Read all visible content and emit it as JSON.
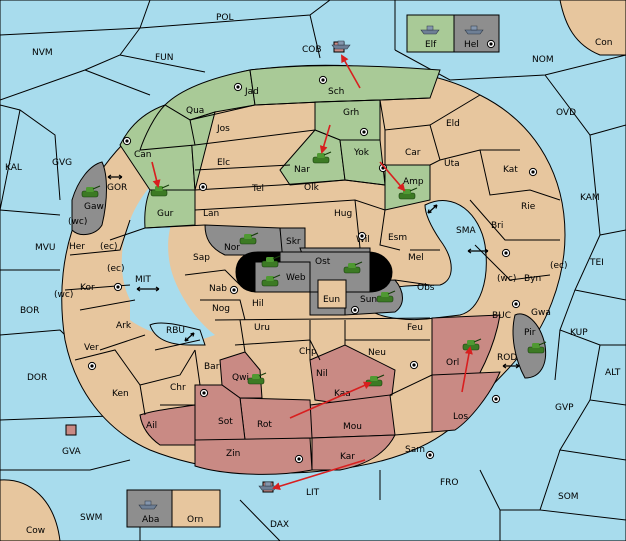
{
  "colors": {
    "sea": "#a8dced",
    "neutral_land": "#e7c69e",
    "green_power": "#a9ca97",
    "red_power": "#c98a84",
    "gray_power": "#8e8e8e",
    "order_arrow": "#d81f1f"
  },
  "sea_labels": {
    "pol": "POL",
    "fun": "FUN",
    "nvm": "NVM",
    "cob": "COB",
    "nom": "NOM",
    "con": "Con",
    "ovd": "OVD",
    "kal": "KAL",
    "gvg": "GVG",
    "kam": "KAM",
    "tei": "TEI",
    "mvu": "MVU",
    "bor": "BOR",
    "dor": "DOR",
    "kup": "KUP",
    "alt": "ALT",
    "gvp": "GVP",
    "gva": "GVA",
    "fro": "FRO",
    "som": "SOM",
    "swm": "SWM",
    "dax": "DAX",
    "lit": "LIT",
    "cow": "Cow",
    "gor": "GOR",
    "mit": "MIT",
    "rbu": "RBU",
    "sma": "SMA",
    "buc": "BUC",
    "rod": "ROD"
  },
  "land_labels": {
    "jad": "Jad",
    "sch": "Sch",
    "qua": "Qua",
    "jos": "Jos",
    "grh": "Grh",
    "eld": "Eld",
    "can": "Can",
    "yok": "Yok",
    "car": "Car",
    "uta": "Uta",
    "nar": "Nar",
    "elc": "Elc",
    "kat": "Kat",
    "amp": "Amp",
    "tel": "Tel",
    "olk": "Olk",
    "gur": "Gur",
    "lan": "Lan",
    "hug": "Hug",
    "rie": "Rie",
    "gaw": "Gaw",
    "bri": "Bri",
    "wil": "Wil",
    "esm": "Esm",
    "nor": "Nor",
    "skr": "Skr",
    "her": "Her",
    "sap": "Sap",
    "ost": "Ost",
    "mel": "Mel",
    "web": "Web",
    "byn": "Byn",
    "kor": "Kor",
    "nab": "Nab",
    "eun": "Eun",
    "obs": "Obs",
    "gwa": "Gwa",
    "hil": "Hil",
    "sun": "Sun",
    "nog": "Nog",
    "ark": "Ark",
    "uru": "Uru",
    "feu": "Feu",
    "pir": "Pir",
    "ver": "Ver",
    "chp": "Chp",
    "neu": "Neu",
    "orl": "Orl",
    "bar": "Bar",
    "qwi": "Qwi",
    "nil": "Nil",
    "ken": "Ken",
    "chr": "Chr",
    "kaa": "Kaa",
    "sot": "Sot",
    "rot": "Rot",
    "mou": "Mou",
    "los": "Los",
    "ail": "Ail",
    "zin": "Zin",
    "sam": "Sam",
    "kar": "Kar"
  },
  "coast_tags": {
    "wc_gaw": "(wc)",
    "ec_her": "(ec)",
    "ec_kor": "(ec)",
    "wc_kor": "(wc)",
    "wc_byn": "(wc)",
    "ec_byn": "(ec)"
  },
  "legend": {
    "top": {
      "left_label": "Elf",
      "right_label": "Hel"
    },
    "bottom": {
      "left_label": "Aba",
      "right_label": "Orn"
    }
  }
}
